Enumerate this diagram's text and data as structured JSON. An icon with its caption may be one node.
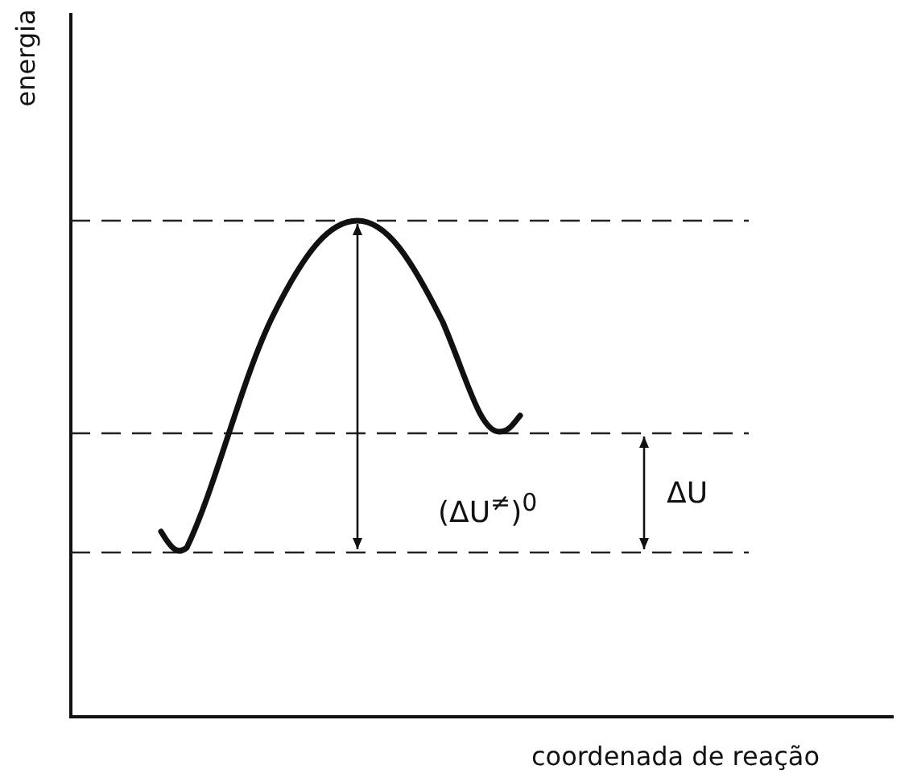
{
  "diagram": {
    "labels": [
      "energia",
      "(ΔU$^{≠}$)$^{0}$",
      "ΔU",
      "coordenada de reação"
    ]
  }
}
